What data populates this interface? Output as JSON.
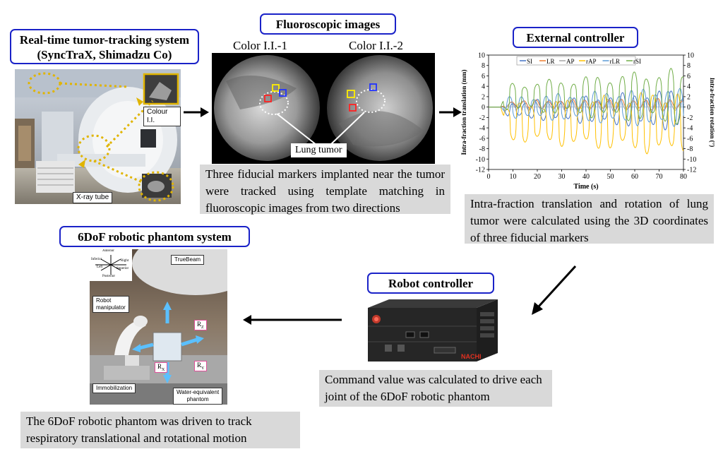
{
  "sections": {
    "tracking": {
      "title_line1": "Real-time tumor-tracking system",
      "title_line2": "(SyncTraX, Shimadzu Co)",
      "labels": {
        "colour_ii": "Colour I.I.",
        "xray_tube": "X-ray tube"
      }
    },
    "fluoro": {
      "title": "Fluoroscopic images",
      "label_left": "Color I.I.-1",
      "label_right": "Color I.I.-2",
      "lung_tumor": "Lung tumor",
      "caption": "Three fiducial markers implanted near the tumor were tracked using template matching in fluoroscopic images from two directions"
    },
    "external": {
      "title": "External controller",
      "caption": "Intra-fraction translation and rotation of lung tumor were calculated using the 3D coordinates of three fiducial markers"
    },
    "robot_controller": {
      "title": "Robot controller",
      "brand": "NACHI",
      "caption": "Command value was calculated  to drive each joint of the 6DoF robotic phantom"
    },
    "phantom": {
      "title": "6DoF robotic phantom system",
      "labels": {
        "truebeam": "TrueBeam",
        "robot_manipulator_1": "Robot",
        "robot_manipulator_2": "manipulator",
        "immobilization": "Immobilization",
        "water_1": "Water-equivalent",
        "water_2": "phantom",
        "rz": "R",
        "rz_sub": "Z",
        "rx": "R",
        "rx_sub": "X",
        "ry": "R",
        "ry_sub": "Y"
      },
      "directions": {
        "anterior": "Anterior",
        "posterior": "Posterior",
        "inferior": "Inferior",
        "superior": "Superior",
        "left": "Left",
        "right": "Right"
      },
      "caption": "The 6DoF robotic phantom was driven  to track respiratory translational and rotational motion"
    }
  },
  "chart_data": {
    "type": "line",
    "xlabel": "Time (s)",
    "ylabel_left": "Intra-fraction translation (mm)",
    "ylabel_right": "Intra-fraction rotation (°)",
    "xlim": [
      0,
      80
    ],
    "ylim_left": [
      -12,
      10
    ],
    "ylim_right": [
      -12,
      10
    ],
    "xticks": [
      0,
      10,
      20,
      30,
      40,
      50,
      60,
      70,
      80
    ],
    "yticks_left": [
      -12,
      -10,
      -8,
      -6,
      -4,
      -2,
      0,
      2,
      4,
      6,
      8,
      10
    ],
    "yticks_right": [
      -12,
      -10,
      -8,
      -6,
      -4,
      -2,
      0,
      2,
      4,
      6,
      8,
      10
    ],
    "legend_position": "top",
    "grid": false,
    "series": [
      {
        "name": "SI",
        "color": "#4472c4",
        "period": 5.0,
        "amp_start": 1.5,
        "amp_end": 4.0,
        "offset": -0.5,
        "phase": 0.0,
        "sharp": 2
      },
      {
        "name": "LR",
        "color": "#ed7d31",
        "period": 5.0,
        "amp_start": 0.8,
        "amp_end": 1.2,
        "offset": 0.5,
        "phase": 0.6,
        "sharp": 1
      },
      {
        "name": "AP",
        "color": "#a5a5a5",
        "period": 5.0,
        "amp_start": 0.8,
        "amp_end": 1.5,
        "offset": 0.3,
        "phase": 1.2,
        "sharp": 1
      },
      {
        "name": "rAP",
        "color": "#ffc000",
        "period": 5.0,
        "amp_start": 3.5,
        "amp_end": 6.5,
        "offset": -3.0,
        "phase": 3.1,
        "sharp": 3
      },
      {
        "name": "rLR",
        "color": "#5b9bd5",
        "period": 5.0,
        "amp_start": 2.0,
        "amp_end": 4.0,
        "offset": 0.0,
        "phase": 1.8,
        "sharp": 2
      },
      {
        "name": "rSI",
        "color": "#70ad47",
        "period": 5.0,
        "amp_start": 2.5,
        "amp_end": 5.5,
        "offset": 2.0,
        "phase": 0.2,
        "sharp": 3
      }
    ]
  }
}
